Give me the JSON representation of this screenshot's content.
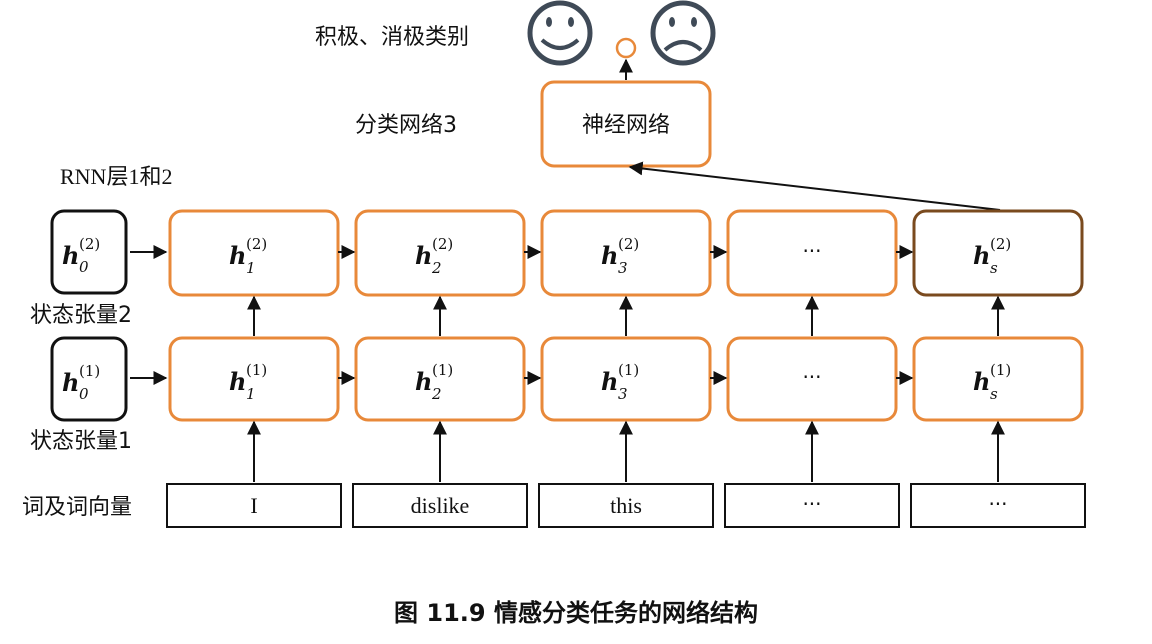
{
  "colors": {
    "orange": "#E8893A",
    "dark_brown": "#7A4A1E",
    "black": "#111111",
    "smiley_gray": "#3F4A57"
  },
  "labels": {
    "sentiment_classes": "积极、消极类别",
    "classifier": "分类网络3",
    "rnn_layers": "RNN层1和2",
    "state_tensor_2": "状态张量2",
    "state_tensor_1": "状态张量1",
    "word_vectors": "词及词向量",
    "neural_net_box": "神经网络"
  },
  "icons": {
    "positive": "smiley-face-icon",
    "negative": "frowning-face-icon",
    "output_node": "output-circle"
  },
  "hidden": {
    "symbol": "h",
    "layer2_label": "(2)",
    "layer1_label": "(1)",
    "init_index": "0",
    "layer2_cells": [
      {
        "sub": "1",
        "text": ""
      },
      {
        "sub": "2",
        "text": ""
      },
      {
        "sub": "3",
        "text": ""
      },
      {
        "sub": "",
        "text": "···"
      },
      {
        "sub": "s",
        "text": ""
      }
    ],
    "layer1_cells": [
      {
        "sub": "1",
        "text": ""
      },
      {
        "sub": "2",
        "text": ""
      },
      {
        "sub": "3",
        "text": ""
      },
      {
        "sub": "",
        "text": "···"
      },
      {
        "sub": "s",
        "text": ""
      }
    ]
  },
  "words": [
    "I",
    "dislike",
    "this",
    "···",
    "···"
  ],
  "caption": "图 11.9 情感分类任务的网络结构"
}
